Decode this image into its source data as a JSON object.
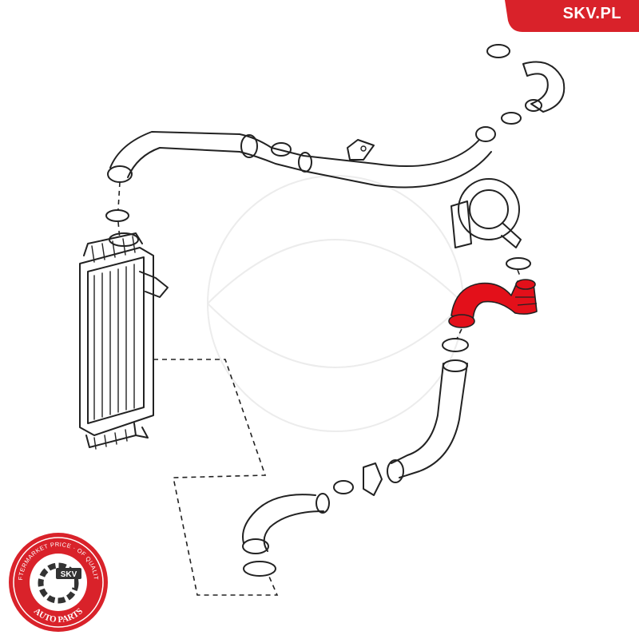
{
  "brand": {
    "site_label": "SKV.PL",
    "accent_color": "#d9222a"
  },
  "logo": {
    "ring_text": "AFTERMARKET PRICE · OF QUALITY",
    "center_text": "SKV",
    "bottom_text": "AUTO PARTS"
  },
  "highlight": {
    "part": "charge-air-hose",
    "color": "#e3101a"
  }
}
